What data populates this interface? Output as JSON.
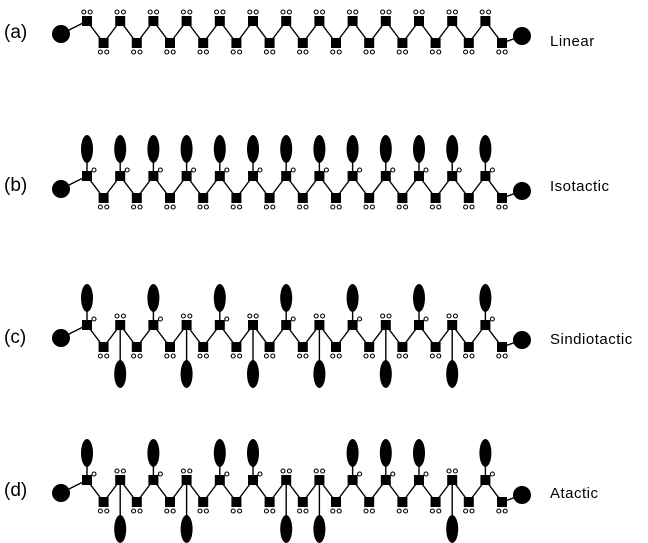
{
  "panels": [
    {
      "letter": "(a)",
      "label": "Linear",
      "kind": "linear"
    },
    {
      "letter": "(b)",
      "label": "Isotactic",
      "kind": "isotactic"
    },
    {
      "letter": "(c)",
      "label": "Sindiotactic",
      "kind": "syndiotactic"
    },
    {
      "letter": "(d)",
      "label": "Atactic",
      "kind": "atactic",
      "side_groups": [
        "up",
        "down",
        "up",
        "down",
        "up",
        "up",
        "down",
        "down",
        "up",
        "up",
        "up",
        "down",
        "up"
      ]
    }
  ],
  "carbon_count": 26,
  "colors": {
    "atom": "#000000",
    "hydrogen_fill": "#ffffff",
    "background": "#ffffff"
  }
}
